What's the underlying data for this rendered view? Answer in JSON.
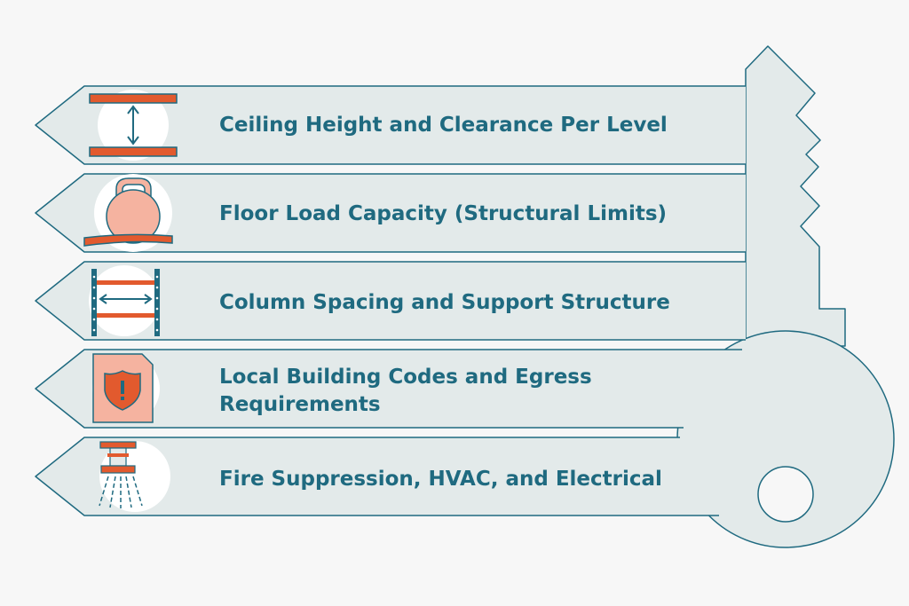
{
  "items": [
    {
      "label": "Ceiling Height and Clearance Per Level",
      "icon": "ceiling-height-icon"
    },
    {
      "label": "Floor Load Capacity (Structural Limits)",
      "icon": "kettlebell-weight-icon"
    },
    {
      "label": "Column Spacing and Support Structure",
      "icon": "column-spacing-rack-icon"
    },
    {
      "label_line1": "Local Building Codes and Egress",
      "label_line2": "Requirements",
      "icon": "warning-shield-document-icon"
    },
    {
      "label": "Fire Suppression, HVAC, and Electrical",
      "icon": "fire-sprinkler-icon"
    }
  ],
  "colors": {
    "fill": "#e3eaea",
    "stroke": "#1f6a80",
    "accent": "#e25a2e",
    "accent_light": "#f5b3a0",
    "circle": "#ffffff"
  }
}
